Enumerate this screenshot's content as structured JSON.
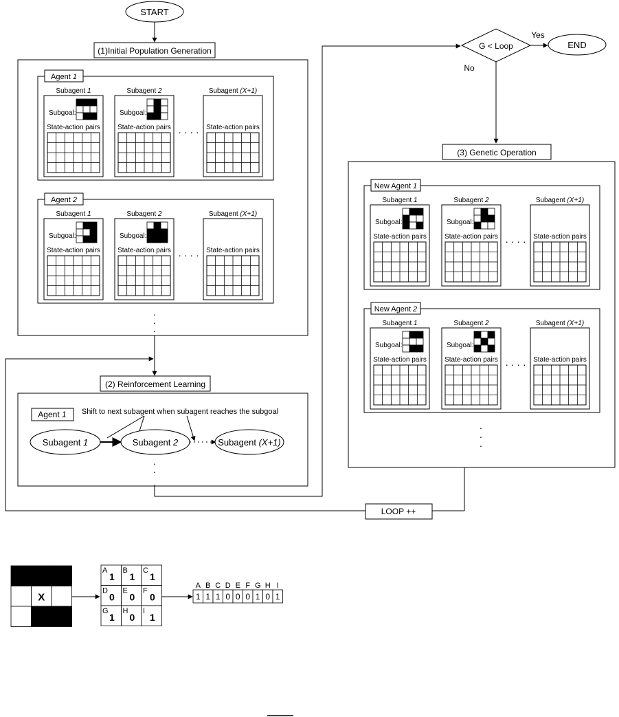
{
  "flow": {
    "start": "START",
    "end": "END",
    "decision": "G < Loop",
    "yes": "Yes",
    "no": "No",
    "loop": "LOOP ++",
    "dots_h": "· · · ·"
  },
  "initial": {
    "title": "(1)Initial Population Generation",
    "agents": [
      {
        "prefix": "Agent",
        "num": "1",
        "subagents": [
          {
            "prefix": "Subagent",
            "num": "1",
            "subgoal": [
              1,
              1,
              1,
              0,
              0,
              0,
              0,
              1,
              1
            ]
          },
          {
            "prefix": "Subagent",
            "num": "2",
            "subgoal": [
              0,
              1,
              0,
              0,
              1,
              0,
              1,
              1,
              0
            ]
          },
          {
            "prefix": "Subagent",
            "num": "(X+1)"
          }
        ]
      },
      {
        "prefix": "Agent",
        "num": "2",
        "subagents": [
          {
            "prefix": "Subagent",
            "num": "1",
            "subgoal": [
              0,
              1,
              1,
              0,
              0,
              1,
              0,
              1,
              1
            ]
          },
          {
            "prefix": "Subagent",
            "num": "2",
            "subgoal": [
              0,
              1,
              0,
              1,
              1,
              1,
              1,
              1,
              1
            ]
          },
          {
            "prefix": "Subagent",
            "num": "(X+1)"
          }
        ]
      }
    ]
  },
  "genetic": {
    "title": "(3) Genetic Operation",
    "agents": [
      {
        "prefix": "New Agent",
        "num": "1",
        "subagents": [
          {
            "prefix": "Subagent",
            "num": "1",
            "subgoal": [
              0,
              1,
              1,
              1,
              0,
              0,
              1,
              0,
              1
            ]
          },
          {
            "prefix": "Subagent",
            "num": "2",
            "subgoal": [
              0,
              1,
              0,
              0,
              1,
              1,
              1,
              0,
              0
            ]
          },
          {
            "prefix": "Subagent",
            "num": "(X+1)"
          }
        ]
      },
      {
        "prefix": "New Agent",
        "num": "2",
        "subagents": [
          {
            "prefix": "Subagent",
            "num": "1",
            "subgoal": [
              0,
              1,
              1,
              0,
              0,
              0,
              0,
              1,
              1
            ]
          },
          {
            "prefix": "Subagent",
            "num": "2",
            "subgoal": [
              1,
              0,
              1,
              0,
              1,
              0,
              1,
              0,
              1
            ]
          },
          {
            "prefix": "Subagent",
            "num": "(X+1)"
          }
        ]
      }
    ]
  },
  "common": {
    "subgoal_label": "Subgoal",
    "sap_label": "State-action pairs"
  },
  "rl": {
    "title": "(2) Reinforcement Learning",
    "agent_prefix": "Agent",
    "agent_num": "1",
    "shift_note": "Shift to next subagent when subagent reaches the subgoal",
    "nodes": [
      {
        "prefix": "Subagent",
        "num": "1"
      },
      {
        "prefix": "Subagent",
        "num": "2"
      },
      {
        "prefix": "Subagent",
        "num": "(X+1)"
      }
    ]
  },
  "encoding": {
    "pattern": [
      1,
      1,
      1,
      0,
      0,
      0,
      0,
      1,
      1
    ],
    "center_label": "X",
    "cells": [
      {
        "letter": "A",
        "value": "1"
      },
      {
        "letter": "B",
        "value": "1"
      },
      {
        "letter": "C",
        "value": "1"
      },
      {
        "letter": "D",
        "value": "0"
      },
      {
        "letter": "E",
        "value": "0"
      },
      {
        "letter": "F",
        "value": "0"
      },
      {
        "letter": "G",
        "value": "1"
      },
      {
        "letter": "H",
        "value": "0"
      },
      {
        "letter": "I",
        "value": "1"
      }
    ],
    "bits": [
      "1",
      "1",
      "1",
      "0",
      "0",
      "0",
      "1",
      "0",
      "1"
    ],
    "letters": [
      "A",
      "B",
      "C",
      "D",
      "E",
      "F",
      "G",
      "H",
      "I"
    ]
  }
}
